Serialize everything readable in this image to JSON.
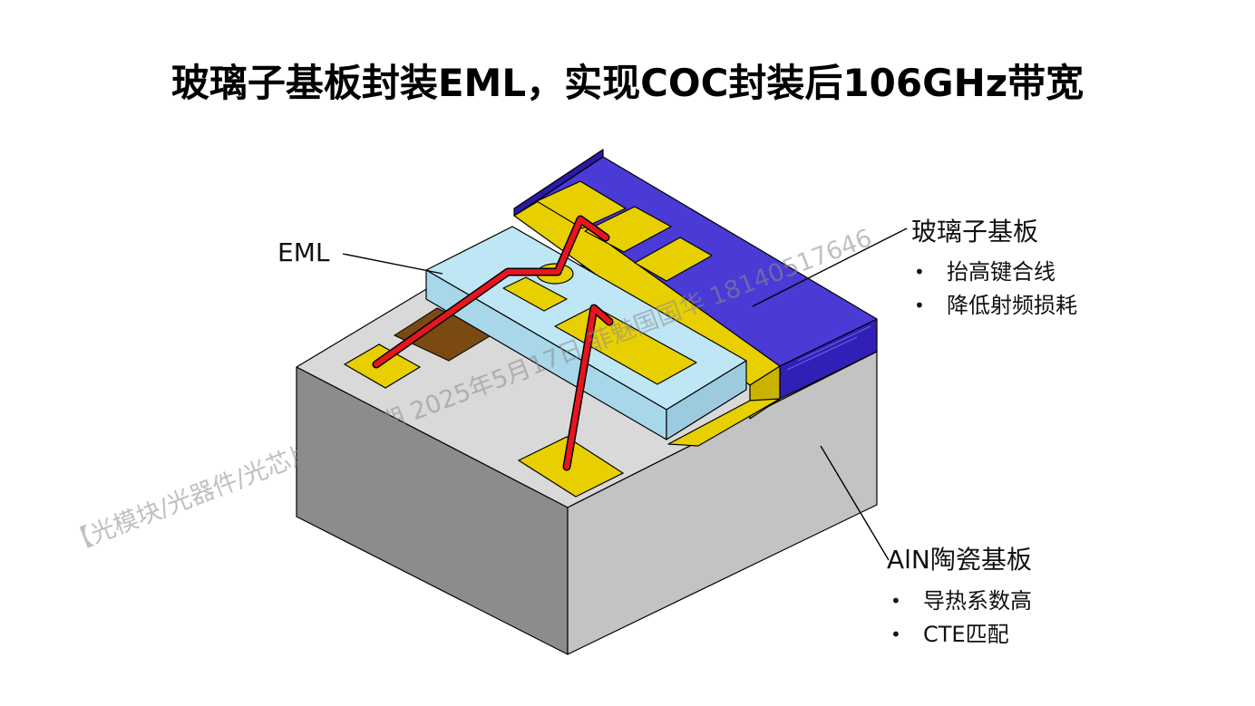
{
  "title": "玻璃子基板封装EML，实现COC封装后106GHz带宽",
  "labels": {
    "eml": "EML",
    "glass": {
      "name": "玻璃子基板",
      "points": [
        "抬高键合线",
        "降低射频损耗"
      ]
    },
    "aln": {
      "name": "AlN陶瓷基板",
      "points": [
        "导热系数高",
        "CTE匹配"
      ]
    }
  },
  "watermark": {
    "line1": "【光模块/光器件/光芯片】第二期    2025年5月17日    菲魅国国华 18140517646"
  },
  "colors": {
    "aln_top": "#d9d9d9",
    "aln_left": "#8c8c8c",
    "aln_front": "#c3c3c3",
    "glass": "#3a28c8",
    "gold": "#e8d000",
    "eml": "#bfe6f5",
    "wire": "#e8141e"
  }
}
